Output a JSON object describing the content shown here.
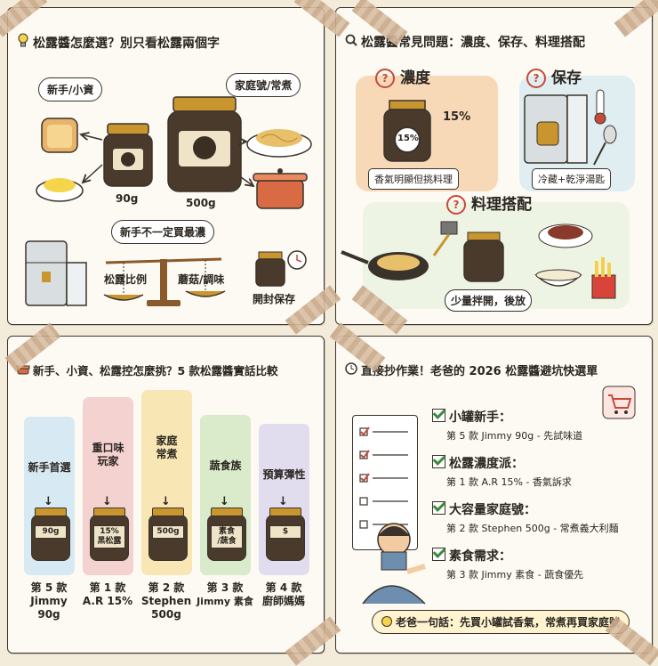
{
  "panel1": {
    "title": "松露醬怎麼選？別只看松露兩個字",
    "bubble_small": "新手/小資",
    "bubble_large": "家庭號/常煮",
    "size_small": "90g",
    "size_large": "500g",
    "balance_top": "新手不一定買最濃",
    "balance_left": "松露比例",
    "balance_right": "蘑菇/調味",
    "storage_label": "開封保存"
  },
  "panel2": {
    "title": "松露醬常見問題：濃度、保存、料理搭配",
    "q_concentration": "濃度",
    "q_storage": "保存",
    "q_cooking": "料理搭配",
    "jar_percent": "15%",
    "magnifier_percent": "15%",
    "caption_concentration": "香氣明顯但挑料理",
    "caption_storage": "冷藏+乾淨湯匙",
    "caption_cooking": "少量拌開，後放"
  },
  "panel3": {
    "title": "新手、小資、松露控怎麼挑？5 款松露醬實話比較",
    "columns": [
      {
        "label": "新手首選",
        "jar": "90g",
        "foot": [
          "第 5 款",
          "Jimmy",
          "90g"
        ],
        "color": "#d7e9f2"
      },
      {
        "label": "重口味\n玩家",
        "jar": "15%\n黑松露",
        "foot": [
          "第 1 款",
          "A.R 15%",
          ""
        ],
        "color": "#f4d2d0"
      },
      {
        "label": "家庭\n常煮",
        "jar": "500g",
        "foot": [
          "第 2 款",
          "Stephen",
          "500g"
        ],
        "color": "#f8e6b4"
      },
      {
        "label": "蔬食族",
        "jar": "素食\n/蔬食",
        "foot": [
          "第 3 款",
          "Jimmy 素食",
          ""
        ],
        "color": "#d9ebcb"
      },
      {
        "label": "預算彈性",
        "jar": "$",
        "foot": [
          "第 4 款",
          "廚師媽媽",
          ""
        ],
        "color": "#e2dcef"
      }
    ]
  },
  "panel4": {
    "title": "直接抄作業！老爸的 2026 松露醬避坑快選單",
    "items": [
      {
        "head": "小罐新手：",
        "sub": "第 5 款 Jimmy 90g - 先試味道"
      },
      {
        "head": "松露濃度派：",
        "sub": "第 1 款 A.R 15% - 香氣訴求"
      },
      {
        "head": "大容量家庭號：",
        "sub": "第 2 款 Stephen 500g - 常煮義大利麵"
      },
      {
        "head": "素食需求：",
        "sub": "第 3 款 Jimmy 素食 - 蔬食優先"
      }
    ],
    "note": "老爸一句話：先買小罐試香氣，常煮再買家庭號"
  },
  "colors": {
    "accent_red": "#c64a3a",
    "jar_brown": "#4a3a2c",
    "lid_gold": "#c9952f",
    "paper": "#fcfaf3",
    "background": "#f4ecdb"
  },
  "icons": [
    "lightbulb-icon",
    "magnifier-icon",
    "pot-icon",
    "clock-icon",
    "cart-icon",
    "shield-icon",
    "leaf-icon",
    "coin-icon",
    "checkmark-icon"
  ]
}
